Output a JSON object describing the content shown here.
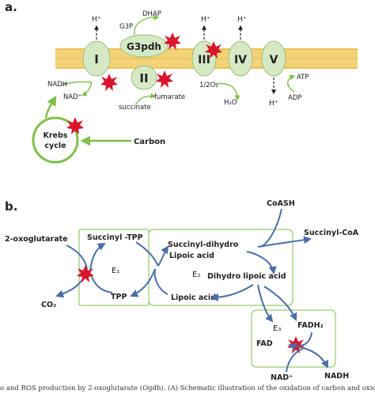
{
  "panel_a": {
    "label": "a.",
    "complexes": [
      "I",
      "II",
      "III",
      "IV",
      "V"
    ],
    "g3pdh": "G3pdh",
    "g3p": "G3P",
    "dhap": "DHAP",
    "h_plus": "H⁺",
    "nadh": "NADH",
    "nad_plus": "NAD⁺",
    "succinate": "succinate",
    "fumarate": "fumarate",
    "half_o2": "1/2O₂",
    "h2o": "H₂O",
    "atp": "ATP",
    "adp": "ADP",
    "krebs_line1": "Krebs",
    "krebs_line2": "cycle",
    "carbon": "Carbon"
  },
  "panel_b": {
    "label": "b.",
    "coash": "CoASH",
    "succinyl_coa": "Succinyl-CoA",
    "oxoglutarate": "2-oxoglutarate",
    "succinyl_tpp": "Succinyl -TPP",
    "e1": "E₁",
    "tpp": "TPP",
    "co2": "CO₂",
    "succinyl_dihydro_line1": "Succinyl-dihydro",
    "succinyl_dihydro_line2": "Lipoic acid",
    "e2": "E₂",
    "dihydro_lipoic": "Dihydro lipoic acid",
    "lipoic_acid": "Lipoic acid",
    "e3": "E₃",
    "fadh2": "FADH₂",
    "fad": "FAD",
    "nad_plus": "NAD⁺",
    "nadh": "NADH"
  },
  "caption": "o and ROS production by 2-oxoglutarate (Ogdh). (A) Schematic illustration of the oxidation of carbon and oxidation",
  "colors": {
    "membrane": "#f3d27a",
    "membrane_edge": "#e2b83a",
    "complex_fill": "#d6e9c5",
    "complex_stroke": "#9bbd7c",
    "green": "#7fbf4a",
    "blue": "#4a6fa8",
    "star": "#d9152b"
  }
}
